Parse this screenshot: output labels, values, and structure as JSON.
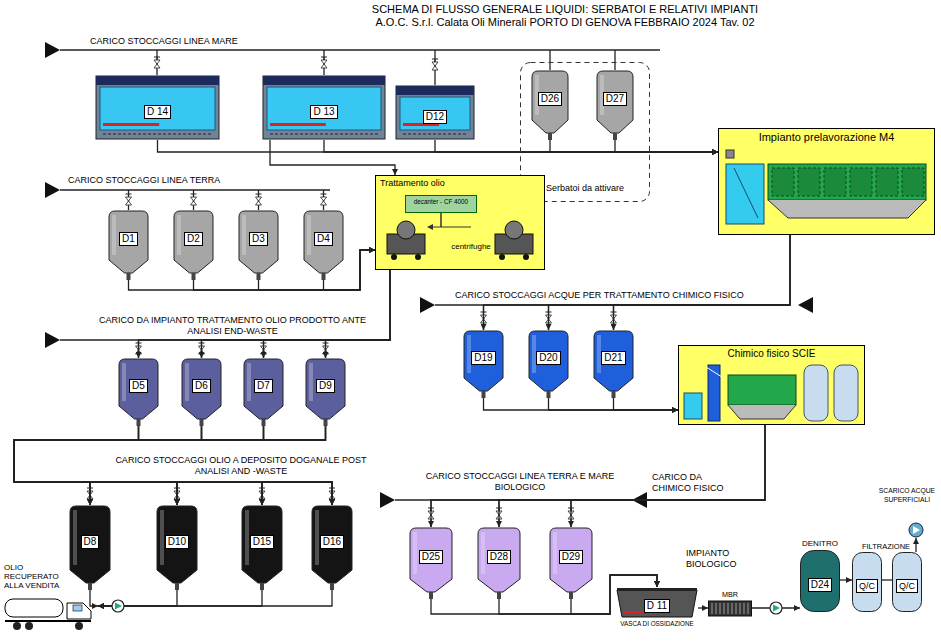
{
  "diagram": {
    "title": "SCHEMA DI FLUSSO GENERALE LIQUIDI: SERBATOI E RELATIVI IMPIANTI A.O.C. S.r.l. Calata Oli Minerali PORTO DI GENOVA FEBBRAIO 2024 Tav. 02",
    "nodes": [
      {
        "text": [
          "D 14"
        ]
      },
      {
        "text": [
          "D 13"
        ]
      },
      {
        "text": [
          "D12"
        ]
      },
      {
        "text": [
          "Serbatoi da attivare"
        ]
      },
      {
        "text": [
          "D26"
        ],
        "in": 3
      },
      {
        "text": [
          "D27"
        ],
        "in": 3
      },
      {
        "text": [
          "Impianto prelavorazione M4"
        ]
      },
      {
        "text": [
          "D1"
        ]
      },
      {
        "text": [
          "D2"
        ]
      },
      {
        "text": [
          "D3"
        ]
      },
      {
        "text": [
          "D4"
        ]
      },
      {
        "text": [
          "Trattamento olio"
        ]
      },
      {
        "text": [
          "decanter - CF 4000"
        ],
        "in": 11
      },
      {
        "text": [
          "D19"
        ]
      },
      {
        "text": [
          "D20"
        ]
      },
      {
        "text": [
          "D21"
        ]
      },
      {
        "text": [
          "Chimico fisico SCIE"
        ]
      },
      {
        "text": [
          "D5"
        ]
      },
      {
        "text": [
          "D6"
        ]
      },
      {
        "text": [
          "D7"
        ]
      },
      {
        "text": [
          "D9"
        ]
      },
      {
        "text": [
          "D8"
        ]
      },
      {
        "text": [
          "D10"
        ]
      },
      {
        "text": [
          "D15"
        ]
      },
      {
        "text": [
          "D16"
        ]
      },
      {
        "text": [
          "D25"
        ]
      },
      {
        "text": [
          "D28"
        ]
      },
      {
        "text": [
          "D29"
        ]
      },
      {
        "text": [
          "OLIO RECUPERATO ALLA VENDITA"
        ]
      },
      {
        "text": [
          "D 11",
          "VASCA DI OSSIDAZIONE"
        ]
      },
      {
        "text": [
          "MBR"
        ]
      },
      {
        "text": [
          "D24"
        ]
      },
      {
        "text": [
          "Q/C"
        ]
      },
      {
        "text": [
          "Q/C"
        ]
      },
      {
        "text": [
          "SCARICO ACQUE SUPERFICIALI"
        ]
      }
    ],
    "edges": [
      {
        "from": 0,
        "to": 6,
        "arrow": "to"
      },
      {
        "from": 1,
        "to": 6,
        "arrow": "to"
      },
      {
        "from": 2,
        "to": 6,
        "arrow": "to"
      },
      {
        "from": 4,
        "to": 6,
        "arrow": "to"
      },
      {
        "from": 5,
        "to": 6,
        "arrow": "to"
      },
      {
        "from": 1,
        "to": 11,
        "arrow": "to"
      },
      {
        "from": 7,
        "to": 11,
        "arrow": "to"
      },
      {
        "from": 8,
        "to": 11,
        "arrow": "to"
      },
      {
        "from": 9,
        "to": 11,
        "arrow": "to"
      },
      {
        "from": 10,
        "to": 11,
        "arrow": "to"
      },
      {
        "from": 6,
        "to": 13,
        "arrow": "to"
      },
      {
        "from": 6,
        "to": 14,
        "arrow": "to"
      },
      {
        "from": 6,
        "to": 15,
        "arrow": "to"
      },
      {
        "from": 13,
        "to": 16,
        "arrow": "to"
      },
      {
        "from": 14,
        "to": 16,
        "arrow": "to"
      },
      {
        "from": 15,
        "to": 16,
        "arrow": "to"
      },
      {
        "from": 11,
        "to": 17,
        "arrow": "to"
      },
      {
        "from": 11,
        "to": 18,
        "arrow": "to"
      },
      {
        "from": 11,
        "to": 19,
        "arrow": "to"
      },
      {
        "from": 11,
        "to": 20,
        "arrow": "to"
      },
      {
        "from": 17,
        "to": 21,
        "arrow": "to"
      },
      {
        "from": 17,
        "to": 22,
        "arrow": "to"
      },
      {
        "from": 17,
        "to": 23,
        "arrow": "to"
      },
      {
        "from": 17,
        "to": 24,
        "arrow": "to"
      },
      {
        "from": 18,
        "to": 21,
        "arrow": "to"
      },
      {
        "from": 18,
        "to": 22,
        "arrow": "to"
      },
      {
        "from": 18,
        "to": 23,
        "arrow": "to"
      },
      {
        "from": 18,
        "to": 24,
        "arrow": "to"
      },
      {
        "from": 19,
        "to": 21,
        "arrow": "to"
      },
      {
        "from": 19,
        "to": 22,
        "arrow": "to"
      },
      {
        "from": 19,
        "to": 23,
        "arrow": "to"
      },
      {
        "from": 19,
        "to": 24,
        "arrow": "to"
      },
      {
        "from": 20,
        "to": 21,
        "arrow": "to"
      },
      {
        "from": 20,
        "to": 22,
        "arrow": "to"
      },
      {
        "from": 20,
        "to": 23,
        "arrow": "to"
      },
      {
        "from": 20,
        "to": 24,
        "arrow": "to"
      },
      {
        "from": 21,
        "to": 28,
        "arrow": "to"
      },
      {
        "from": 22,
        "to": 28,
        "arrow": "to"
      },
      {
        "from": 23,
        "to": 28,
        "arrow": "to"
      },
      {
        "from": 24,
        "to": 28,
        "arrow": "to"
      },
      {
        "from": 16,
        "to": 25,
        "arrow": "to"
      },
      {
        "from": 16,
        "to": 26,
        "arrow": "to"
      },
      {
        "from": 16,
        "to": 27,
        "arrow": "to"
      },
      {
        "from": 25,
        "to": 29,
        "arrow": "to"
      },
      {
        "from": 26,
        "to": 29,
        "arrow": "to"
      },
      {
        "from": 27,
        "to": 29,
        "arrow": "to"
      },
      {
        "from": 29,
        "to": 30,
        "arrow": "to"
      },
      {
        "from": 30,
        "to": 31,
        "arrow": "to"
      },
      {
        "from": 31,
        "to": 32,
        "arrow": "to"
      },
      {
        "from": 32,
        "to": 33,
        "arrow": "none"
      },
      {
        "from": 33,
        "to": 34,
        "arrow": "to"
      }
    ],
    "labels": [
      "CARICO STOCCAGGI LINEA MARE",
      "CARICO STOCCAGGI LINEA TERRA",
      "CARICO STOCCAGGI ACQUE PER TRATTAMENTO CHIMICO FISICO",
      "CARICO DA IMPIANTO TRATTAMENTO OLIO PRODOTTO ANTE ANALISI END-WASTE",
      "CARICO STOCCAGGI OLIO A DEPOSITO DOGANALE POST ANALISI AND -WASTE",
      "CARICO STOCCAGGI LINEA TERRA E MARE BIOLOGICO",
      "CARICO DA CHIMICO FISICO",
      "IMPIANTO BIOLOGICO",
      "DENITRO",
      "FILTRAZIONE",
      "centrifughe"
    ]
  }
}
